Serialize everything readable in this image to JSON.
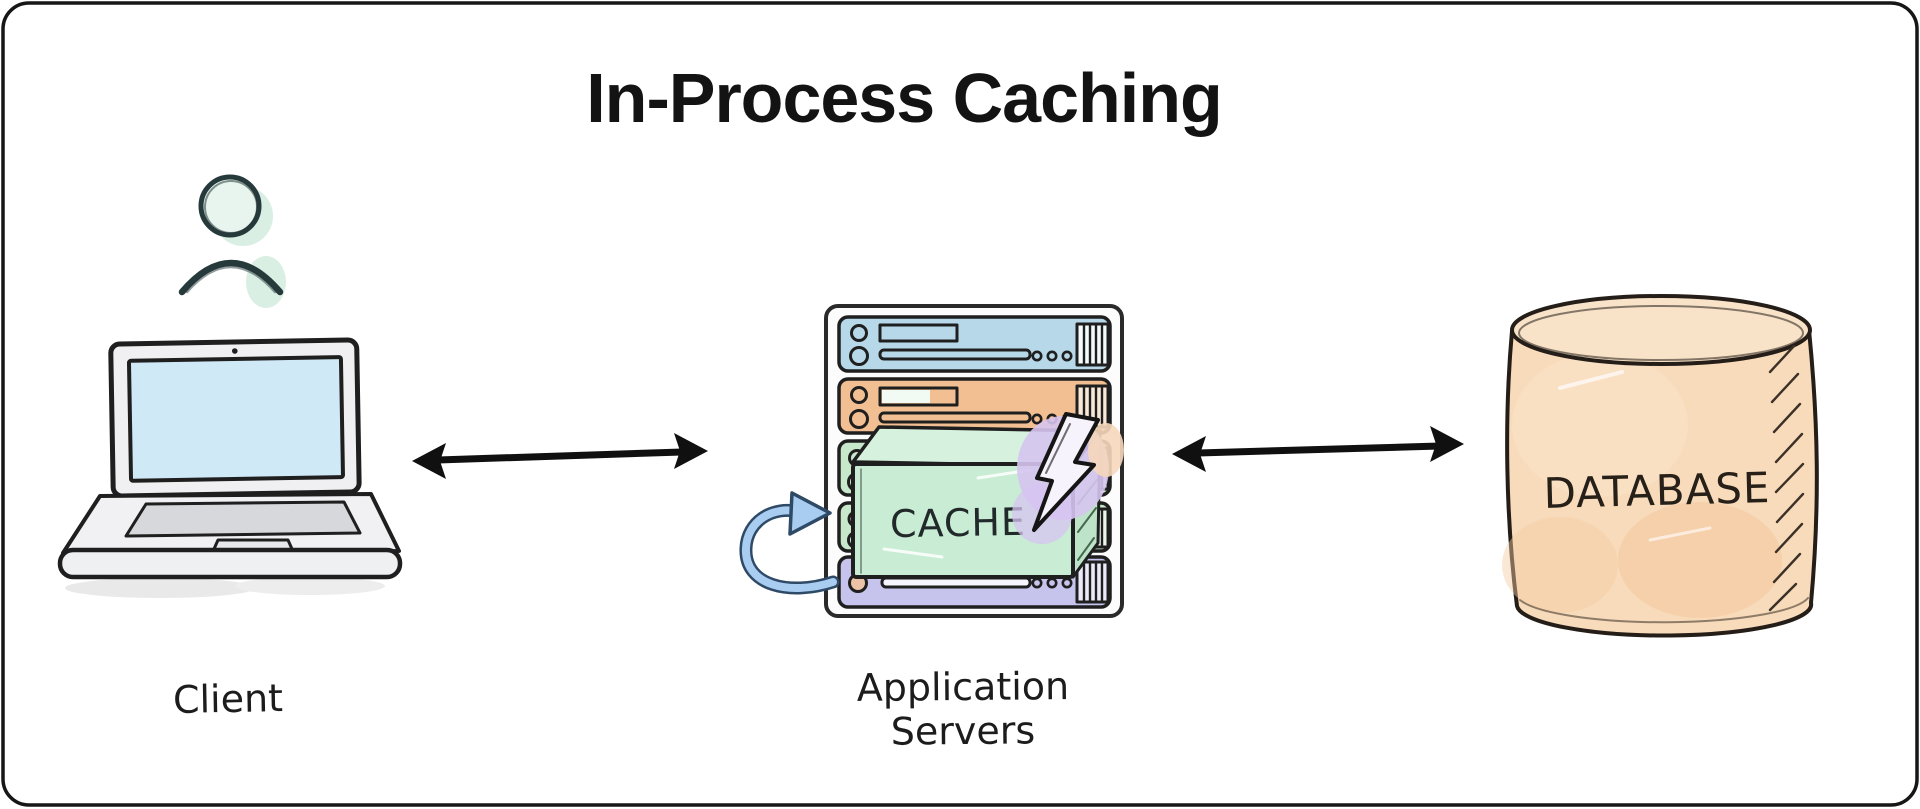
{
  "diagram": {
    "title": "In-Process Caching",
    "type": "architecture-diagram",
    "nodes": [
      {
        "id": "client",
        "label": "Client",
        "icon": "user-laptop-icon"
      },
      {
        "id": "application-servers",
        "label": "Application Servers",
        "label_lines": {
          "line1": "Application",
          "line2": "Servers"
        },
        "icon": "server-rack-icon",
        "badge": {
          "label": "CACHE",
          "icon": "cache-box-icon",
          "accent_icons": [
            "lightning-bolt-icon",
            "refresh-loop-arrow-icon"
          ]
        }
      },
      {
        "id": "database",
        "label": "DATABASE",
        "icon": "database-cylinder-icon"
      }
    ],
    "connections": [
      {
        "from": "client",
        "to": "application-servers",
        "style": "double-headed-arrow"
      },
      {
        "from": "application-servers",
        "to": "database",
        "style": "double-headed-arrow"
      }
    ]
  },
  "colors": {
    "title_text": "#131313",
    "server_blue": "#b7d8e9",
    "server_orange": "#f2bf92",
    "server_green": "#c8e8cc",
    "server_purple": "#c6c4ec",
    "rack_frame": "#fcfcfc",
    "cache_front": "#c9ecd4",
    "cache_top": "#d6f2df",
    "cache_side": "#bde3c8",
    "bolt_fill": "#f7f3fc",
    "bolt_glow": "#d6c4f0",
    "loop_arrow_fill": "#a9ccf1",
    "loop_arrow_outline": "#2e4a66",
    "laptop_screen": "#cfe9f7",
    "laptop_body": "#f0f0f2",
    "keyboard_gray": "#d7d8db",
    "person_mint": "#d9efe4",
    "db_body": "#f8dbba",
    "db_top": "#f9e3c8",
    "db_patch": "#f3cba1",
    "arrow_black": "#101010"
  }
}
